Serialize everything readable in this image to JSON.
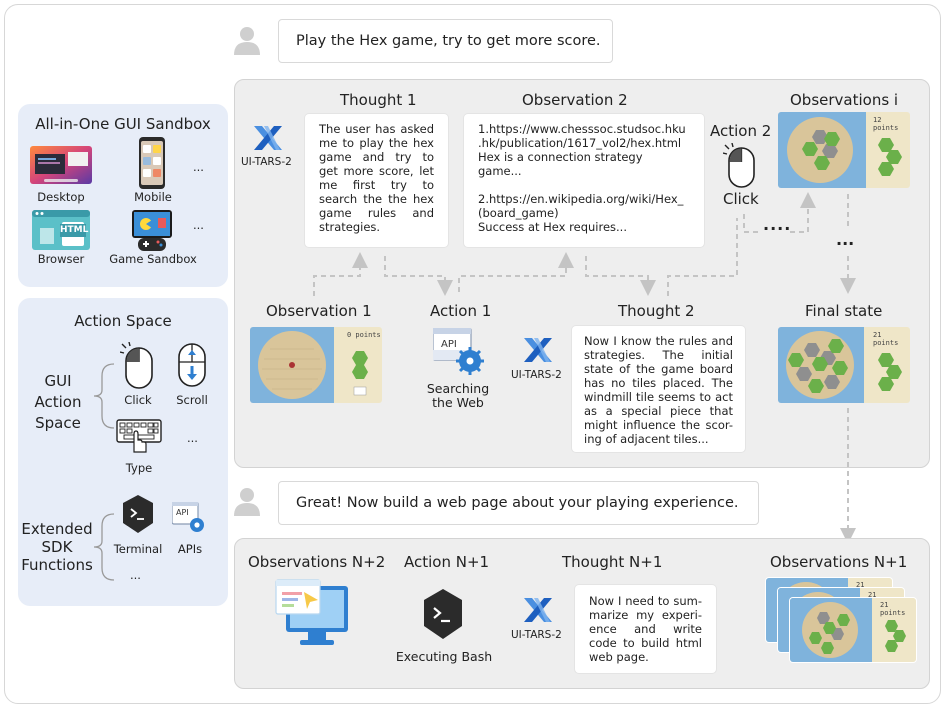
{
  "user": {
    "prompt1": "Play the Hex game, try to get more score.",
    "prompt2": "Great! Now build a web page about your playing experience."
  },
  "sandbox": {
    "title": "All-in-One GUI Sandbox",
    "items": [
      "Desktop",
      "Mobile",
      "Browser",
      "Game Sandbox"
    ],
    "ellipsis1": "...",
    "ellipsis2": "...",
    "html_badge": "HTML"
  },
  "action_space": {
    "title": "Action Space",
    "gui_label": "GUI\nAction\nSpace",
    "gui_items": [
      "Click",
      "Scroll",
      "Type"
    ],
    "ellipsis": "...",
    "sdk_label": "Extended\nSDK\nFunctions",
    "sdk_items": [
      "Terminal",
      "APIs"
    ],
    "sdk_ellipsis": "...",
    "api_badge": "API"
  },
  "loop": {
    "agent_name": "UI-TARS-2",
    "observation1": {
      "title": "Observation 1"
    },
    "thought1": {
      "title": "Thought 1",
      "text": "The user has asked me to play the hex game and try to get more score, let me first try to search the the hex game rules and strategies."
    },
    "action1": {
      "title": "Action 1",
      "caption": "Searching\nthe Web",
      "api_badge": "API"
    },
    "observation2": {
      "title": "Observation 2",
      "lines": [
        "1.https://www.chesssoc.studsoc.hku",
        ".hk/publication/1617_vol2/hex.html",
        "Hex is a connection strategy",
        "game...",
        "",
        "2.https://en.wikipedia.org/wiki/Hex_",
        "(board_game)",
        "Success at Hex requires..."
      ]
    },
    "thought2": {
      "title": "Thought 2",
      "text": "Now I know the rules and strategies. The initial state of the game board has no tiles placed. The windmill tile seems to act as a special piece that might influence the scor-ing of adjacent tiles..."
    },
    "action2": {
      "title": "Action 2",
      "caption": "Click"
    },
    "observations_i": {
      "title": "Observations i",
      "score": "12 points"
    },
    "final_state": {
      "title": "Final state",
      "score": "21 points"
    },
    "obs1_score": "0 points",
    "ellipsis_h": "....",
    "ellipsis_v": "..."
  },
  "build": {
    "observations_n1": {
      "title": "Observations N+1",
      "scores": [
        "21 points",
        "21 points",
        "21 points"
      ]
    },
    "thought_n1": {
      "title": "Thought N+1",
      "text": "Now I need to sum-marize my experi-ence and write code to build html web page."
    },
    "action_n1": {
      "title": "Action N+1",
      "caption": "Executing Bash"
    },
    "observations_n2": {
      "title": "Observations N+2"
    }
  },
  "colors": {
    "accent_blue": "#2f7fd0",
    "dashed_gray": "#c4c4c4",
    "panel_blue": "#e7edf8",
    "panel_gray": "#eeeeee"
  }
}
